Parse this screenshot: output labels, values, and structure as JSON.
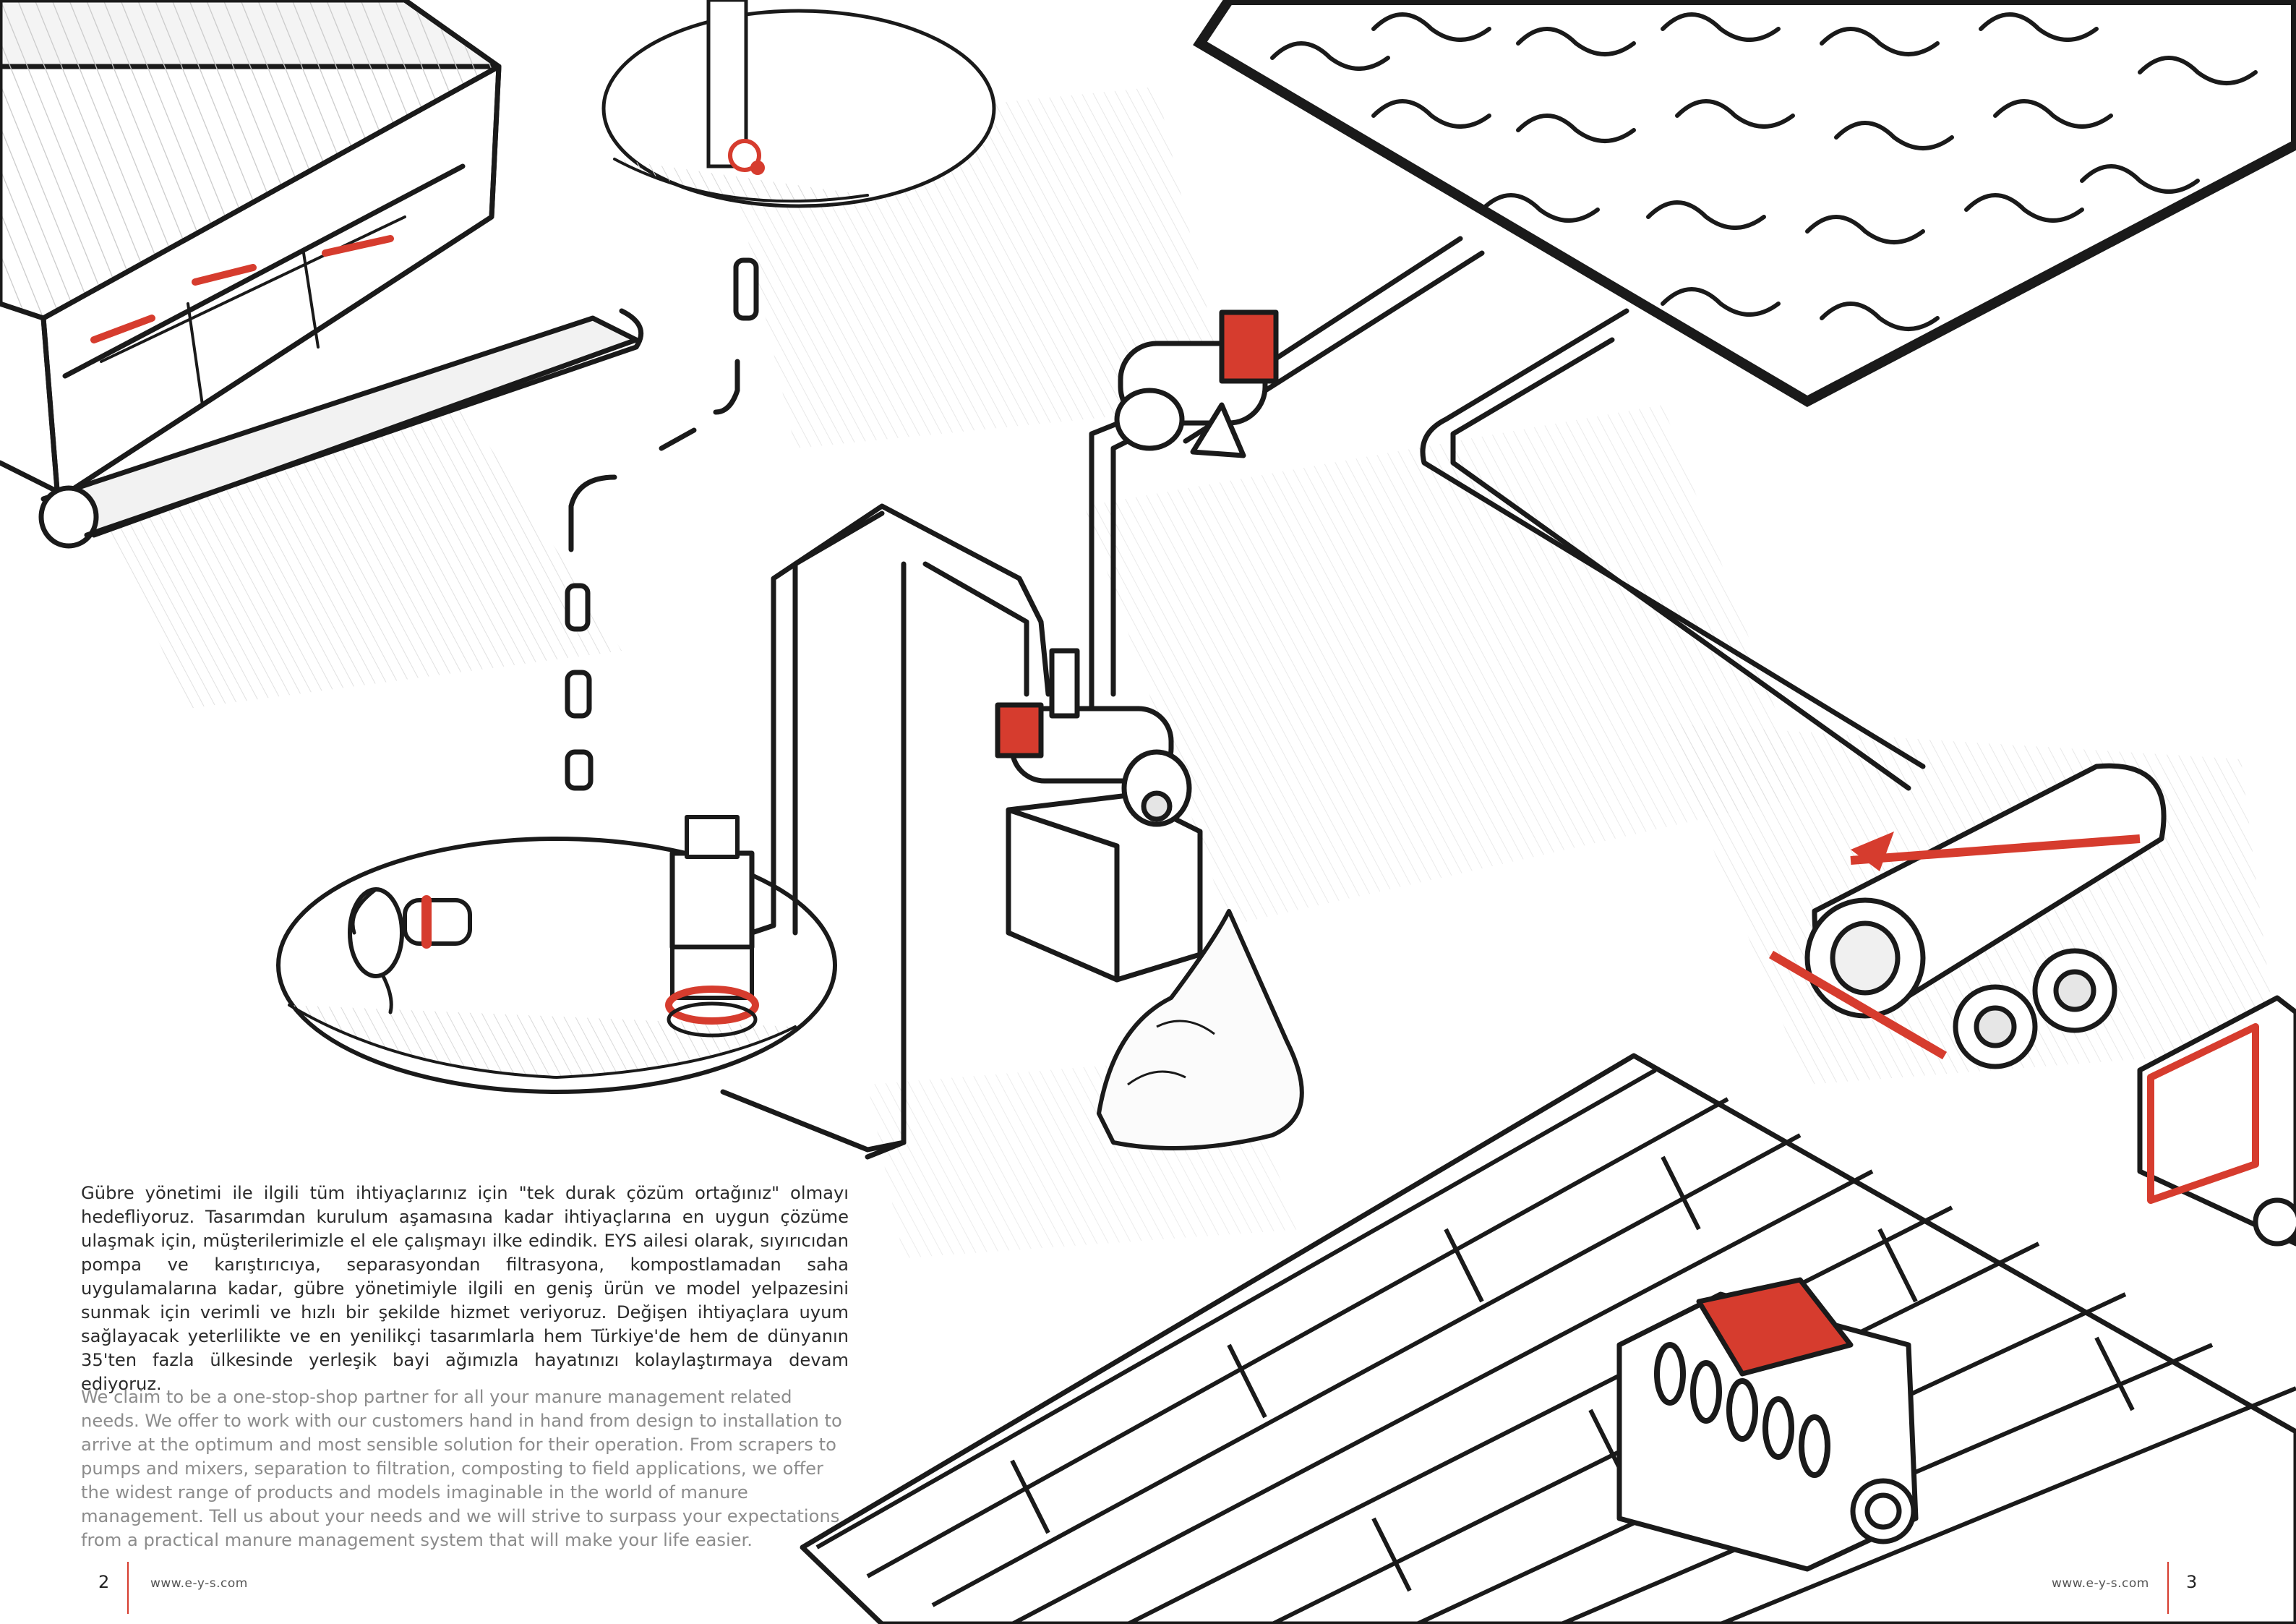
{
  "body_text": {
    "turkish": "Gübre yönetimi ile ilgili tüm ihtiyaçlarınız için \"tek durak çözüm ortağınız\" olmayı hedefliyoruz. Tasarımdan kurulum aşamasına kadar ihtiyaçlarına en uygun çözüme ulaşmak için, müşterilerimizle el ele çalışmayı ilke edindik. EYS ailesi olarak, sıyırıcıdan pompa ve karıştırıcıya, separasyondan filtrasyona, kompostlamadan saha uygulamalarına kadar, gübre yönetimiyle ilgili en geniş ürün ve model yelpazesini sunmak için verimli ve hızlı bir şekilde hizmet veriyoruz. Değişen ihtiyaçlara uyum sağlayacak yeterlilikte ve en yenilikçi tasarımlarla hem Türkiye'de hem de dünyanın 35'ten fazla ülkesinde yerleşik bayi ağımızla hayatınızı kolaylaştırmaya devam ediyoruz.",
    "english": "We claim to be a one-stop-shop partner for all your manure management related needs. We offer to work with our customers hand in hand from design to installation to arrive at the optimum and most sensible solution for their operation. From scrapers to pumps and mixers, separation to filtration, composting to field applications, we offer the widest range of products and models imaginable in the world of manure management. Tell us about your needs and we will strive to surpass your expectations from a practical manure management system that will make your life easier."
  },
  "footer": {
    "left": {
      "page_number": "2",
      "url": "www.e-y-s.com"
    },
    "right": {
      "page_number": "3",
      "url": "www.e-y-s.com"
    }
  },
  "colors": {
    "accent": "#d63c2e",
    "ink": "#1a1a1a",
    "shade": "#bfbfbf"
  }
}
